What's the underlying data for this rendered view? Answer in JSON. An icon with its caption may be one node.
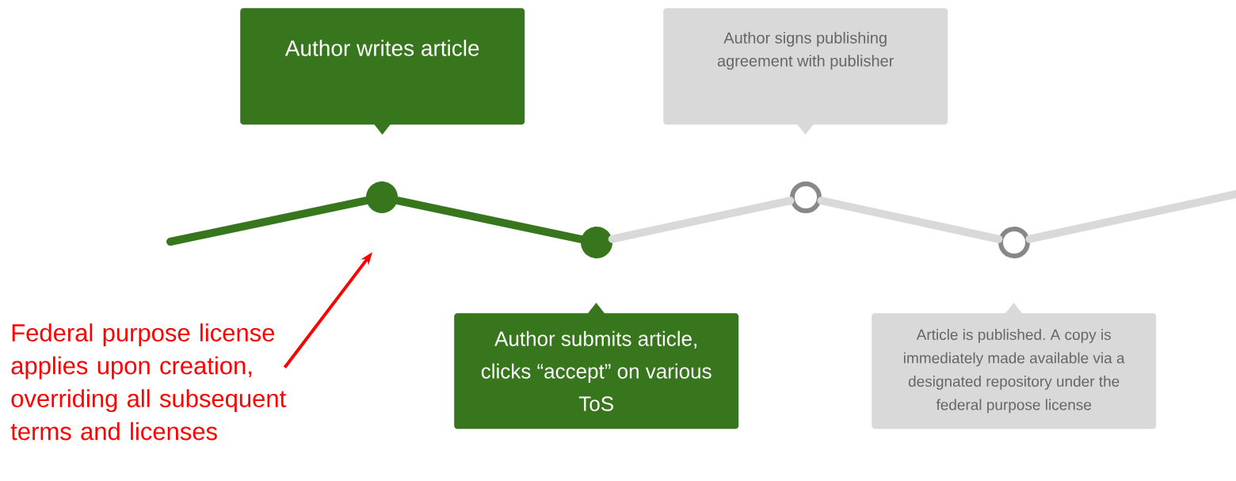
{
  "diagram": {
    "nodes": [
      {
        "text": [
          "Author writes article"
        ]
      },
      {
        "text": [
          "Author signs publishing agreement with publisher"
        ]
      },
      {
        "text": [
          "Author submits article, clicks “accept” on various ToS"
        ]
      },
      {
        "text": [
          "Article is published. A copy is immediately made available via a designated repository under the federal purpose license"
        ]
      },
      {
        "text": [],
        "shape": "circle"
      },
      {
        "text": [],
        "shape": "circle"
      },
      {
        "text": [],
        "shape": "circle"
      },
      {
        "text": [],
        "shape": "circle"
      },
      {
        "text": [
          "Federal purpose license applies upon creation, overriding all subsequent terms and licenses"
        ]
      }
    ],
    "edges": [
      {
        "from": null,
        "to": 4,
        "arrow": "none",
        "color": "#38761d"
      },
      {
        "from": 4,
        "to": 5,
        "arrow": "none",
        "color": "#38761d"
      },
      {
        "from": 5,
        "to": 6,
        "arrow": "none"
      },
      {
        "from": 6,
        "to": 7,
        "arrow": "none"
      },
      {
        "from": 7,
        "to": null,
        "arrow": "none"
      },
      {
        "from": 8,
        "to": 4,
        "arrow": "to",
        "color": "#ff0000"
      }
    ]
  }
}
